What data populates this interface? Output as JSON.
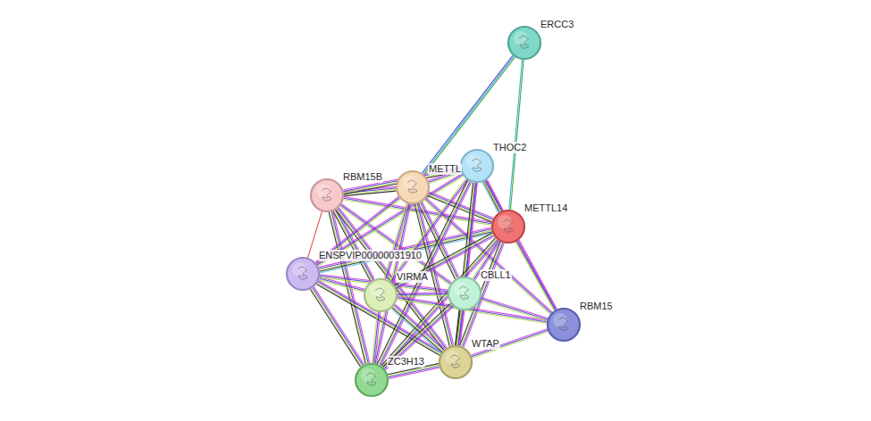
{
  "diagram": {
    "nodes": [
      {
        "text": [
          "ERCC3"
        ]
      },
      {
        "text": [
          "THOC2"
        ]
      },
      {
        "text": [
          "METTL"
        ]
      },
      {
        "text": [
          "RBM15B"
        ]
      },
      {
        "text": [
          "METTL14"
        ]
      },
      {
        "text": [
          "ENSPVIP00000031910"
        ]
      },
      {
        "text": [
          "VIRMA"
        ]
      },
      {
        "text": [
          "CBLL1"
        ]
      },
      {
        "text": [
          "RBM15"
        ]
      },
      {
        "text": [
          "WTAP"
        ]
      },
      {
        "text": [
          "ZC3H13"
        ]
      }
    ],
    "edges": [
      {
        "from": 0,
        "to": 2,
        "arrow": "none"
      },
      {
        "from": 0,
        "to": 4,
        "arrow": "none"
      },
      {
        "from": 3,
        "to": 5,
        "arrow": "none"
      },
      {
        "from": 3,
        "to": 2,
        "arrow": "none"
      },
      {
        "from": 3,
        "to": 1,
        "arrow": "none"
      },
      {
        "from": 3,
        "to": 4,
        "arrow": "none"
      },
      {
        "from": 3,
        "to": 6,
        "arrow": "none"
      },
      {
        "from": 3,
        "to": 7,
        "arrow": "none"
      },
      {
        "from": 3,
        "to": 9,
        "arrow": "none"
      },
      {
        "from": 3,
        "to": 10,
        "arrow": "none"
      },
      {
        "from": 5,
        "to": 2,
        "arrow": "none"
      },
      {
        "from": 5,
        "to": 1,
        "arrow": "none"
      },
      {
        "from": 5,
        "to": 4,
        "arrow": "none"
      },
      {
        "from": 5,
        "to": 6,
        "arrow": "none"
      },
      {
        "from": 5,
        "to": 7,
        "arrow": "none"
      },
      {
        "from": 5,
        "to": 9,
        "arrow": "none"
      },
      {
        "from": 5,
        "to": 10,
        "arrow": "none"
      },
      {
        "from": 2,
        "to": 1,
        "arrow": "none"
      },
      {
        "from": 2,
        "to": 4,
        "arrow": "none"
      },
      {
        "from": 2,
        "to": 6,
        "arrow": "none"
      },
      {
        "from": 2,
        "to": 7,
        "arrow": "none"
      },
      {
        "from": 2,
        "to": 9,
        "arrow": "none"
      },
      {
        "from": 2,
        "to": 10,
        "arrow": "none"
      },
      {
        "from": 2,
        "to": 8,
        "arrow": "none"
      },
      {
        "from": 1,
        "to": 4,
        "arrow": "none"
      },
      {
        "from": 1,
        "to": 6,
        "arrow": "none"
      },
      {
        "from": 1,
        "to": 7,
        "arrow": "none"
      },
      {
        "from": 1,
        "to": 9,
        "arrow": "none"
      },
      {
        "from": 1,
        "to": 10,
        "arrow": "none"
      },
      {
        "from": 1,
        "to": 8,
        "arrow": "none"
      },
      {
        "from": 4,
        "to": 6,
        "arrow": "none"
      },
      {
        "from": 4,
        "to": 7,
        "arrow": "none"
      },
      {
        "from": 4,
        "to": 9,
        "arrow": "none"
      },
      {
        "from": 4,
        "to": 10,
        "arrow": "none"
      },
      {
        "from": 4,
        "to": 8,
        "arrow": "none"
      },
      {
        "from": 6,
        "to": 7,
        "arrow": "none"
      },
      {
        "from": 6,
        "to": 9,
        "arrow": "none"
      },
      {
        "from": 6,
        "to": 10,
        "arrow": "none"
      },
      {
        "from": 6,
        "to": 8,
        "arrow": "none"
      },
      {
        "from": 7,
        "to": 9,
        "arrow": "none"
      },
      {
        "from": 7,
        "to": 10,
        "arrow": "none"
      },
      {
        "from": 7,
        "to": 8,
        "arrow": "none"
      },
      {
        "from": 9,
        "to": 10,
        "arrow": "none"
      },
      {
        "from": 9,
        "to": 8,
        "arrow": "none"
      }
    ]
  }
}
